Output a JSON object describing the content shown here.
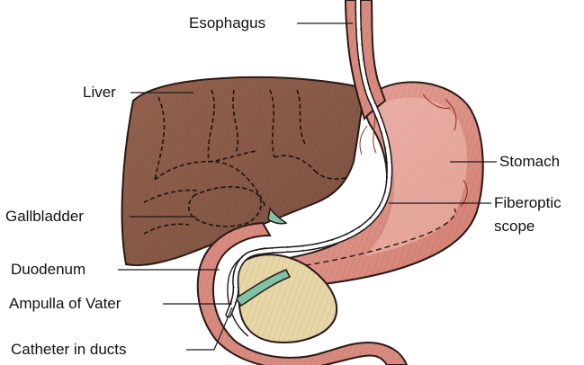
{
  "labels": {
    "esophagus": "Esophagus",
    "liver": "Liver",
    "stomach": "Stomach",
    "gallbladder": "Gallbladder",
    "fiberoptic_line1": "Fiberoptic",
    "fiberoptic_line2": "scope",
    "duodenum": "Duodenum",
    "ampulla": "Ampulla of Vater",
    "catheter": "Catheter in ducts"
  },
  "colors": {
    "liver": "#8a5a4a",
    "liver_dark": "#6e4538",
    "stomach": "#d98a7f",
    "stomach_light": "#e8aaa0",
    "stomach_wall": "#c66a5e",
    "pancreas": "#e7d6a6",
    "gallbladder": "#7fc2a6",
    "outline": "#2a1a16",
    "scope": "#ffffff"
  }
}
